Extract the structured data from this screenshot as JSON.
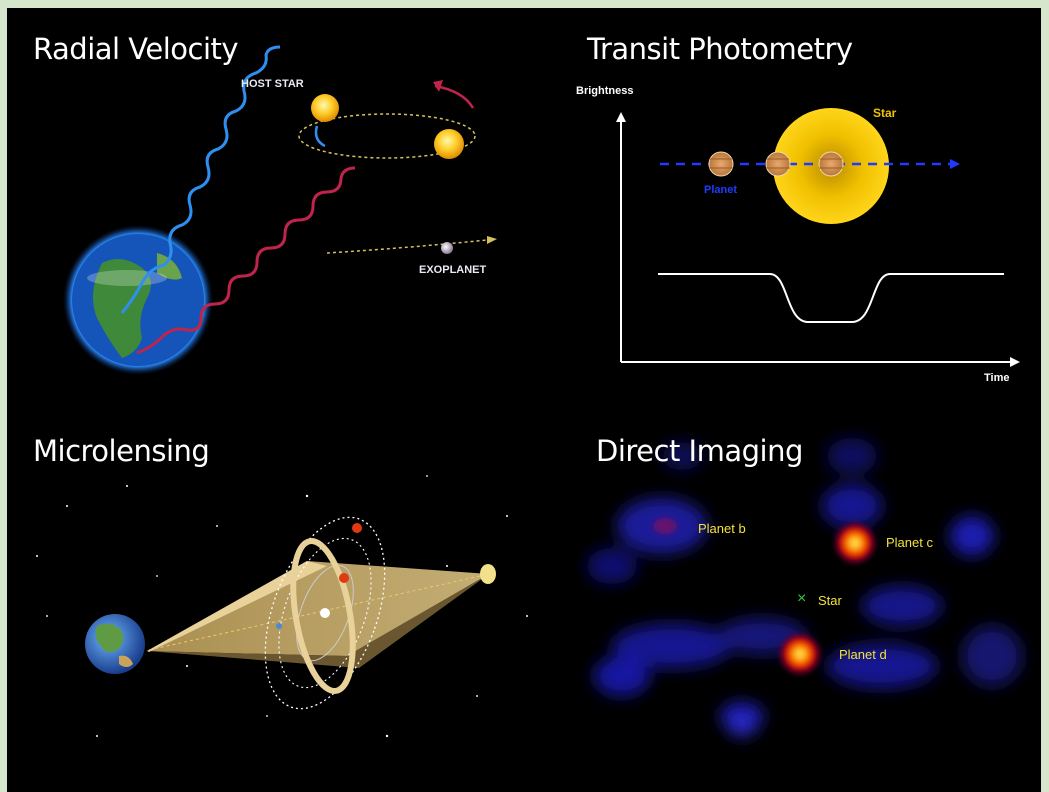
{
  "panels": {
    "radial_velocity": {
      "title": "Radial Velocity",
      "host_star_label": "HOST STAR",
      "exoplanet_label": "EXOPLANET"
    },
    "transit_photometry": {
      "title": "Transit Photometry",
      "y_axis_label": "Brightness",
      "x_axis_label": "Time",
      "star_label": "Star",
      "planet_label": "Planet"
    },
    "microlensing": {
      "title": "Microlensing"
    },
    "direct_imaging": {
      "title": "Direct Imaging",
      "planet_b_label": "Planet  b",
      "planet_c_label": "Planet  c",
      "planet_d_label": "Planet  d",
      "star_label": "Star",
      "star_marker": "×"
    }
  },
  "colors": {
    "page_border": "#d6e6cc",
    "background": "#000000",
    "blue_wave": "#2f8ff0",
    "red_wave": "#c0244c",
    "transit_path": "#1e3cff",
    "star_yellow": "#f5c400",
    "label_yellow": "#f2e23a",
    "star_marker_green": "#2ecc40"
  }
}
